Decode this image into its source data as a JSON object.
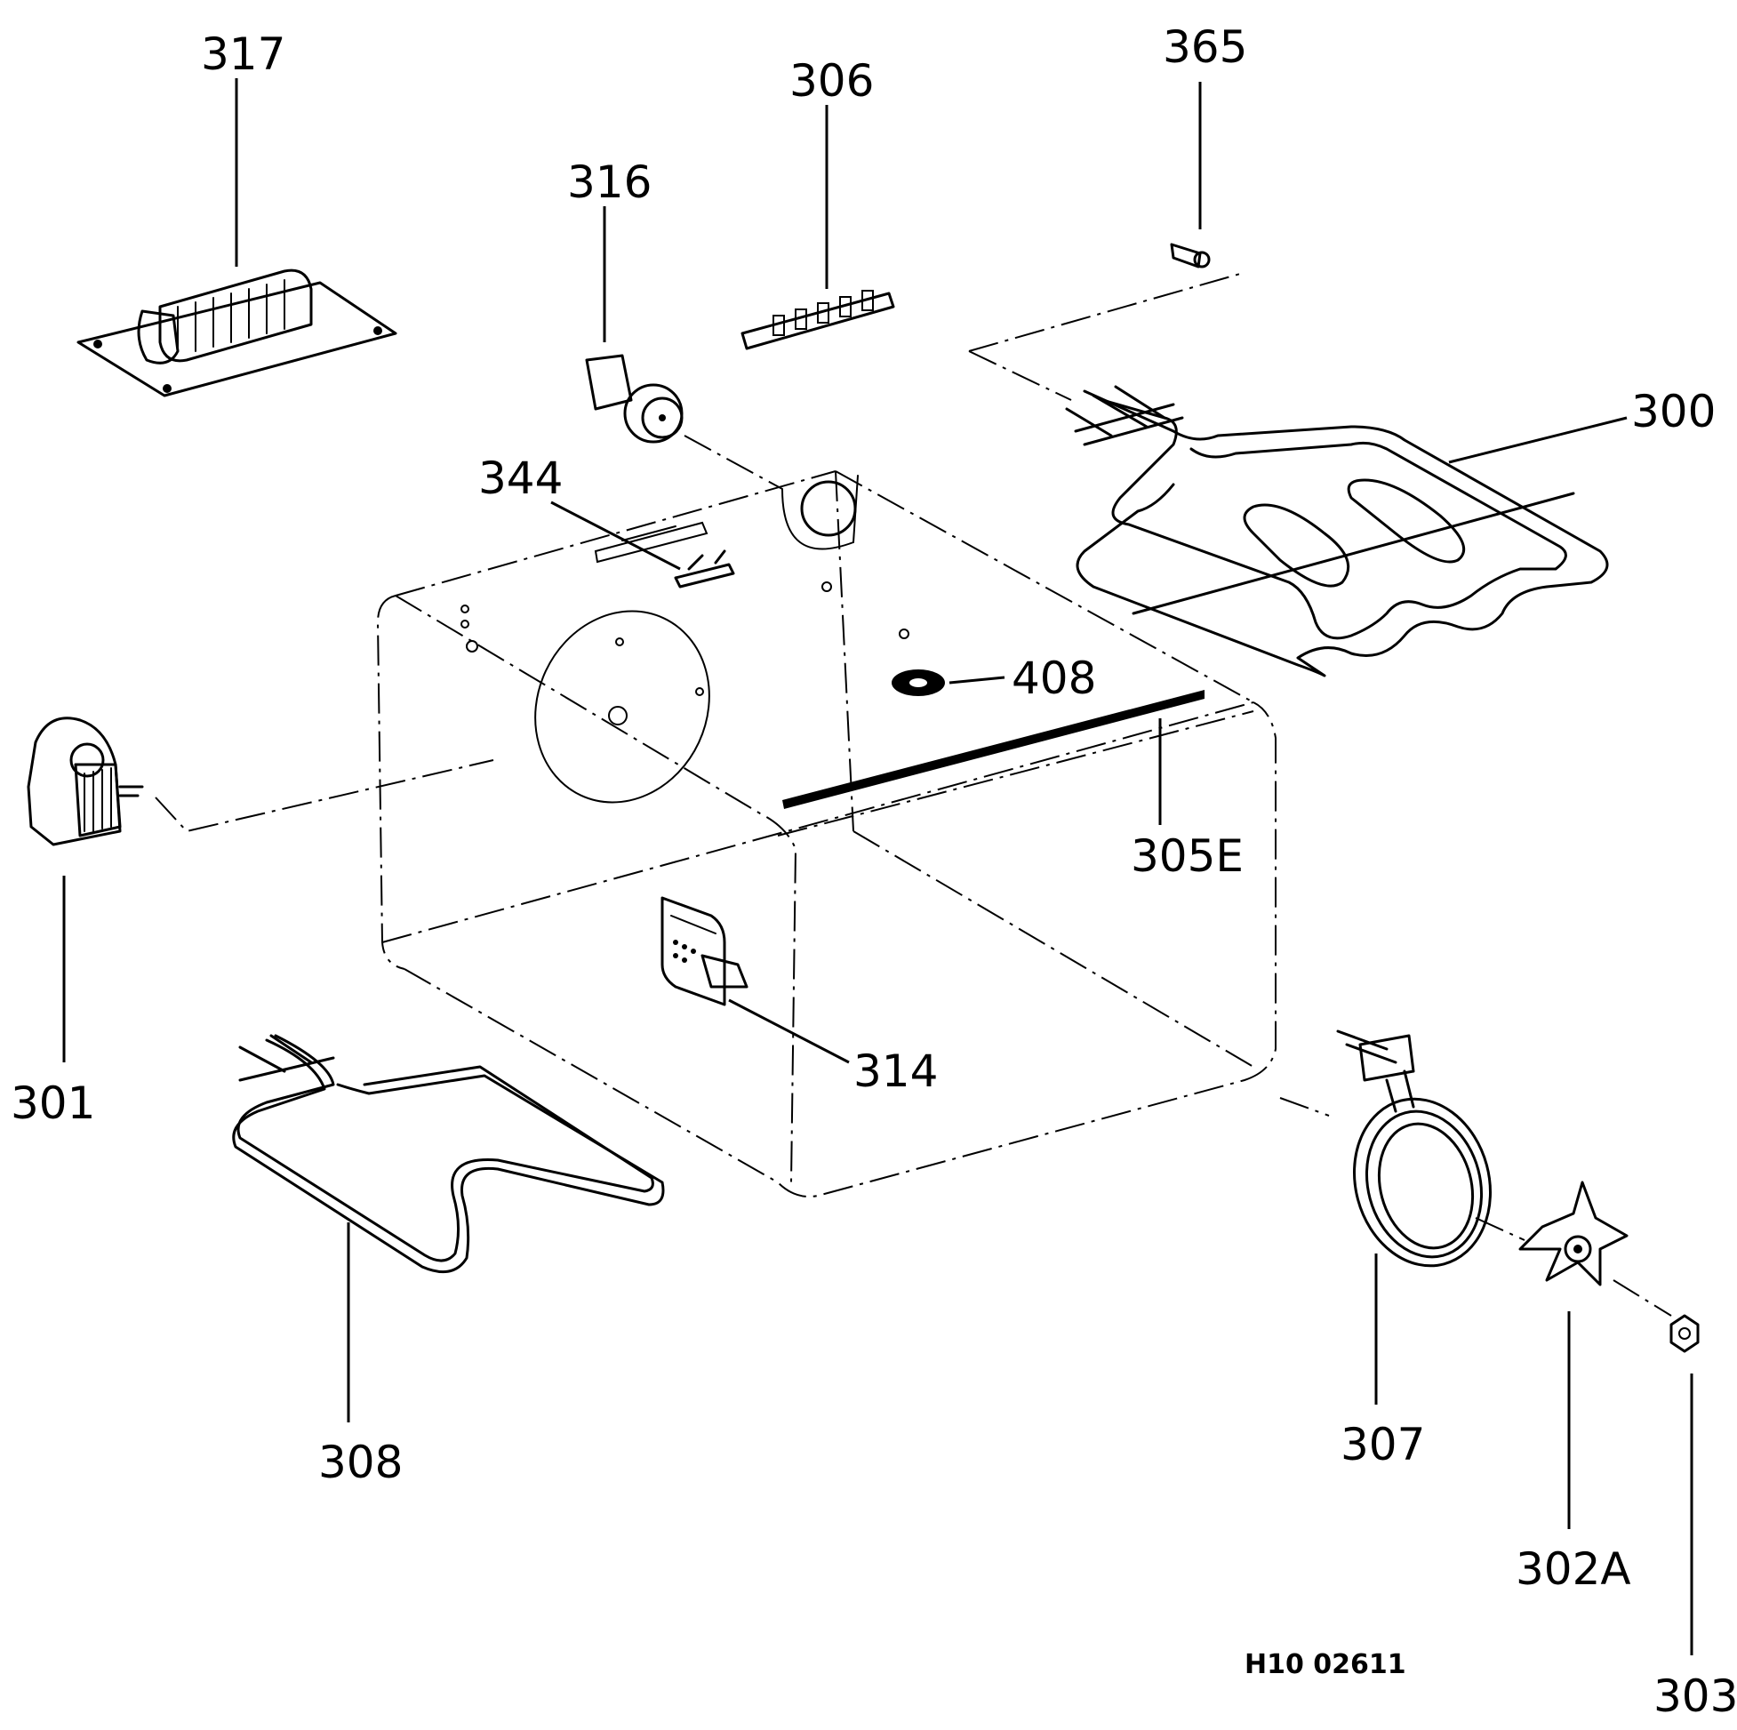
{
  "labels": {
    "p300": "300",
    "p301": "301",
    "p302a": "302A",
    "p303": "303",
    "p305e": "305E",
    "p306": "306",
    "p307": "307",
    "p308": "308",
    "p314": "314",
    "p316": "316",
    "p317": "317",
    "p344": "344",
    "p365": "365",
    "p408": "408"
  },
  "drawing_code": "H10 02611",
  "colors": {
    "ink": "#000000",
    "paper": "#ffffff"
  }
}
